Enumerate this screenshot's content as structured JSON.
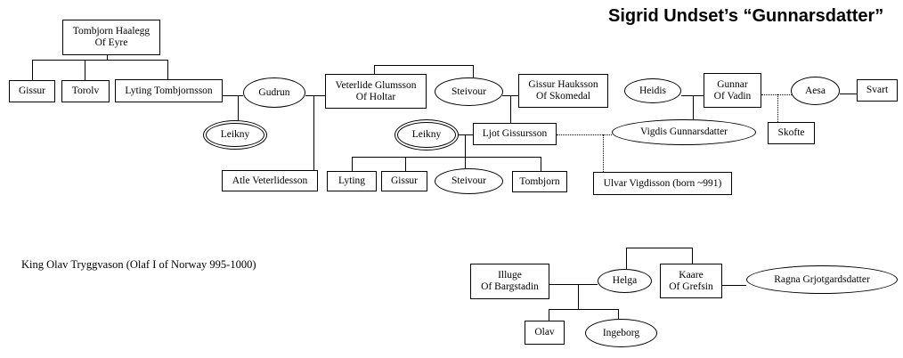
{
  "title": "Sigrid Undset’s “Gunnarsdatter”",
  "caption": "King Olav Tryggvason (Olaf I of Norway 995-1000)",
  "colors": {
    "line": "#000000",
    "background": "#ffffff",
    "text": "#000000"
  },
  "nodes": {
    "tombjorn_haalegg": "Tombjorn Haalegg\nOf Eyre",
    "gissur_sr": "Gissur",
    "torolv": "Torolv",
    "lyting_tombjornsson": "Lyting Tombjornsson",
    "gudrun": "Gudrun",
    "leikny_1": "Leikny",
    "veterlide": "Veterlide Glumsson\nOf Holtar",
    "steivour_1": "Steivour",
    "gissur_hauksson": "Gissur Hauksson\nOf Skomedal",
    "heidis": "Heidis",
    "gunnar": "Gunnar\nOf Vadin",
    "aesa": "Aesa",
    "svart": "Svart",
    "skofte": "Skofte",
    "leikny_2": "Leikny",
    "ljot": "Ljot Gissursson",
    "vigdis": "Vigdis Gunnarsdatter",
    "atle": "Atle Veterlidesson",
    "lyting_jr": "Lyting",
    "gissur_jr": "Gissur",
    "steivour_2": "Steivour",
    "tombjorn_jr": "Tombjorn",
    "ulvar": "Ulvar Vigdisson (born ~991)",
    "illuge": "Illuge\nOf Bargstadin",
    "helga": "Helga",
    "kaare": "Kaare\nOf Grefsin",
    "ragna": "Ragna Grjotgardsdatter",
    "olav": "Olav",
    "ingeborg": "Ingeborg"
  }
}
